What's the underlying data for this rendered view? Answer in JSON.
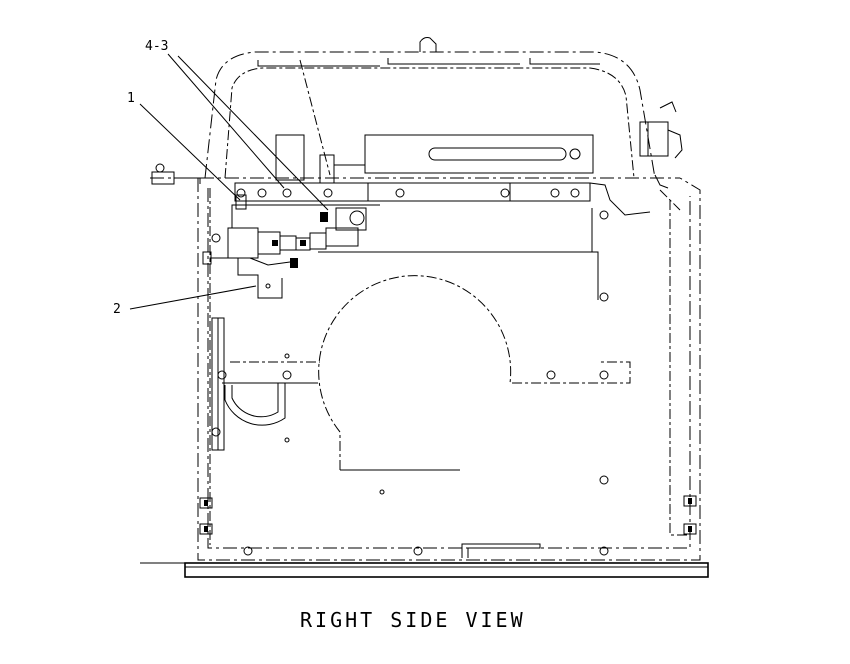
{
  "drawing": {
    "callouts": {
      "c1": "1",
      "c2": "2",
      "c43": "4-3"
    },
    "caption": "RIGHT SIDE VIEW"
  }
}
